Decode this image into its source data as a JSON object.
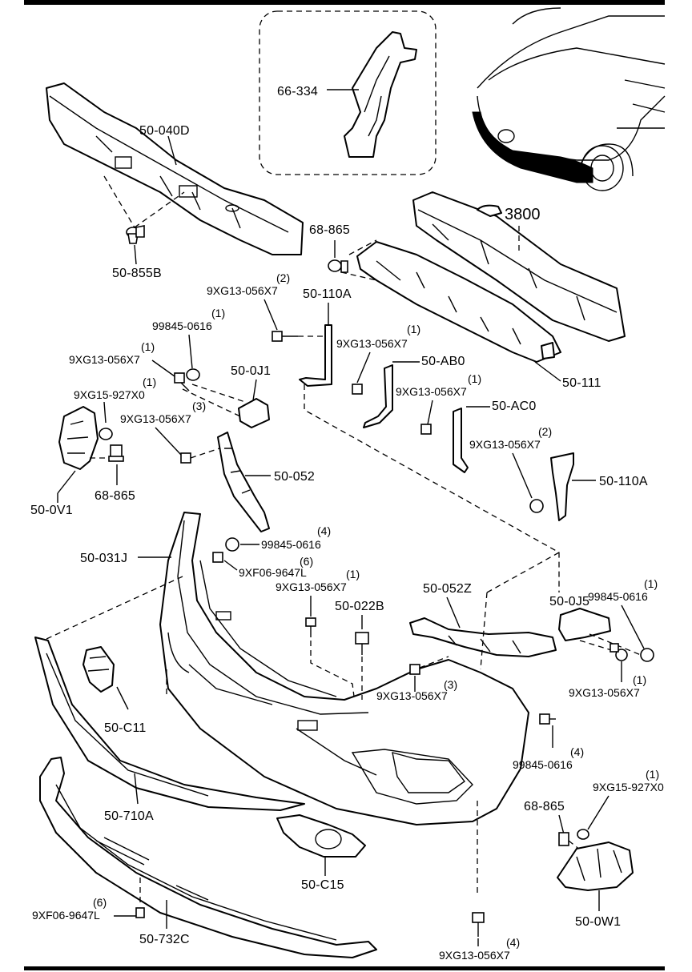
{
  "diagram": {
    "labels": {
      "p66_334": "66-334",
      "p50_040D": "50-040D",
      "p50_855B": "50-855B",
      "p68_865_top": "68-865",
      "p3800": "3800",
      "p50_110A_top": "50-110A",
      "p50_111": "50-111",
      "p9XG13_a": "9XG13-056X7",
      "q9XG13_a": "(2)",
      "p99845_a": "99845-0616",
      "q99845_a": "(1)",
      "p9XG13_b": "9XG13-056X7",
      "q9XG13_b": "(1)",
      "p9XG15_a": "9XG15-927X0",
      "q9XG15_a": "(1)",
      "p50_0J1": "50-0J1",
      "p9XG13_c": "9XG13-056X7",
      "q9XG13_c": "(3)",
      "p9XG13_d": "9XG13-056X7",
      "q9XG13_d": "(1)",
      "p50_AB0": "50-AB0",
      "p9XG13_e": "9XG13-056X7",
      "q9XG13_e": "(1)",
      "p50_AC0": "50-AC0",
      "p9XG13_f": "9XG13-056X7",
      "q9XG13_f": "(2)",
      "p50_110A_right": "50-110A",
      "p50_0V1": "50-0V1",
      "p68_865_left": "68-865",
      "p50_052": "50-052",
      "p99845_b": "99845-0616",
      "q99845_b": "(4)",
      "p50_031J": "50-031J",
      "p9XF06_a": "9XF06-9647L",
      "q9XF06_a": "(6)",
      "p9XG13_g": "9XG13-056X7",
      "q9XG13_g": "(1)",
      "p50_022B": "50-022B",
      "p50_052Z": "50-052Z",
      "p50_0J5": "50-0J5",
      "p99845_c": "99845-0616",
      "q99845_c": "(1)",
      "p9XG13_h": "9XG13-056X7",
      "q9XG13_h": "(1)",
      "p9XG13_i": "9XG13-056X7",
      "q9XG13_i": "(3)",
      "p50_C11": "50-C11",
      "p99845_d": "99845-0616",
      "q99845_d": "(4)",
      "p9XG15_b": "9XG15-927X0",
      "q9XG15_b": "(1)",
      "p68_865_right": "68-865",
      "p50_710A": "50-710A",
      "p50_C15": "50-C15",
      "p50_0W1": "50-0W1",
      "p9XF06_b": "9XF06-9647L",
      "q9XF06_b": "(6)",
      "p50_732C": "50-732C",
      "p9XG13_j": "9XG13-056X7",
      "q9XG13_j": "(4)"
    }
  }
}
